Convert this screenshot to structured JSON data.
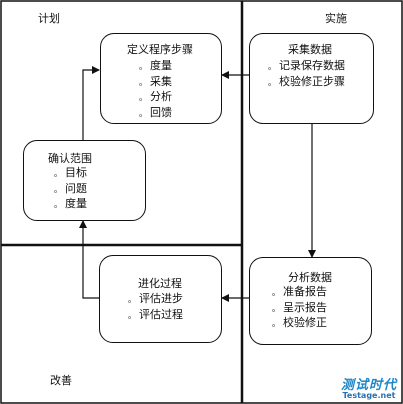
{
  "quadrants": {
    "plan": "计划",
    "do": "实施",
    "improve": "改善"
  },
  "boxes": {
    "define": {
      "title": "定义程序步骤",
      "items": [
        "度量",
        "采集",
        "分析",
        "回馈"
      ]
    },
    "collect": {
      "title": "采集数据",
      "items": [
        "记录保存数据",
        "校验修正步骤"
      ]
    },
    "confirm": {
      "title": "确认范围",
      "items": [
        "目标",
        "问题",
        "度量"
      ]
    },
    "evolve": {
      "title": "进化过程",
      "items": [
        "评估进步",
        "评估过程"
      ]
    },
    "analyze": {
      "title": "分析数据",
      "items": [
        "准备报告",
        "呈示报告",
        "校验修正"
      ]
    }
  },
  "bullet": "。",
  "watermark": {
    "cn": "测试时代",
    "en": "Testage.net"
  }
}
